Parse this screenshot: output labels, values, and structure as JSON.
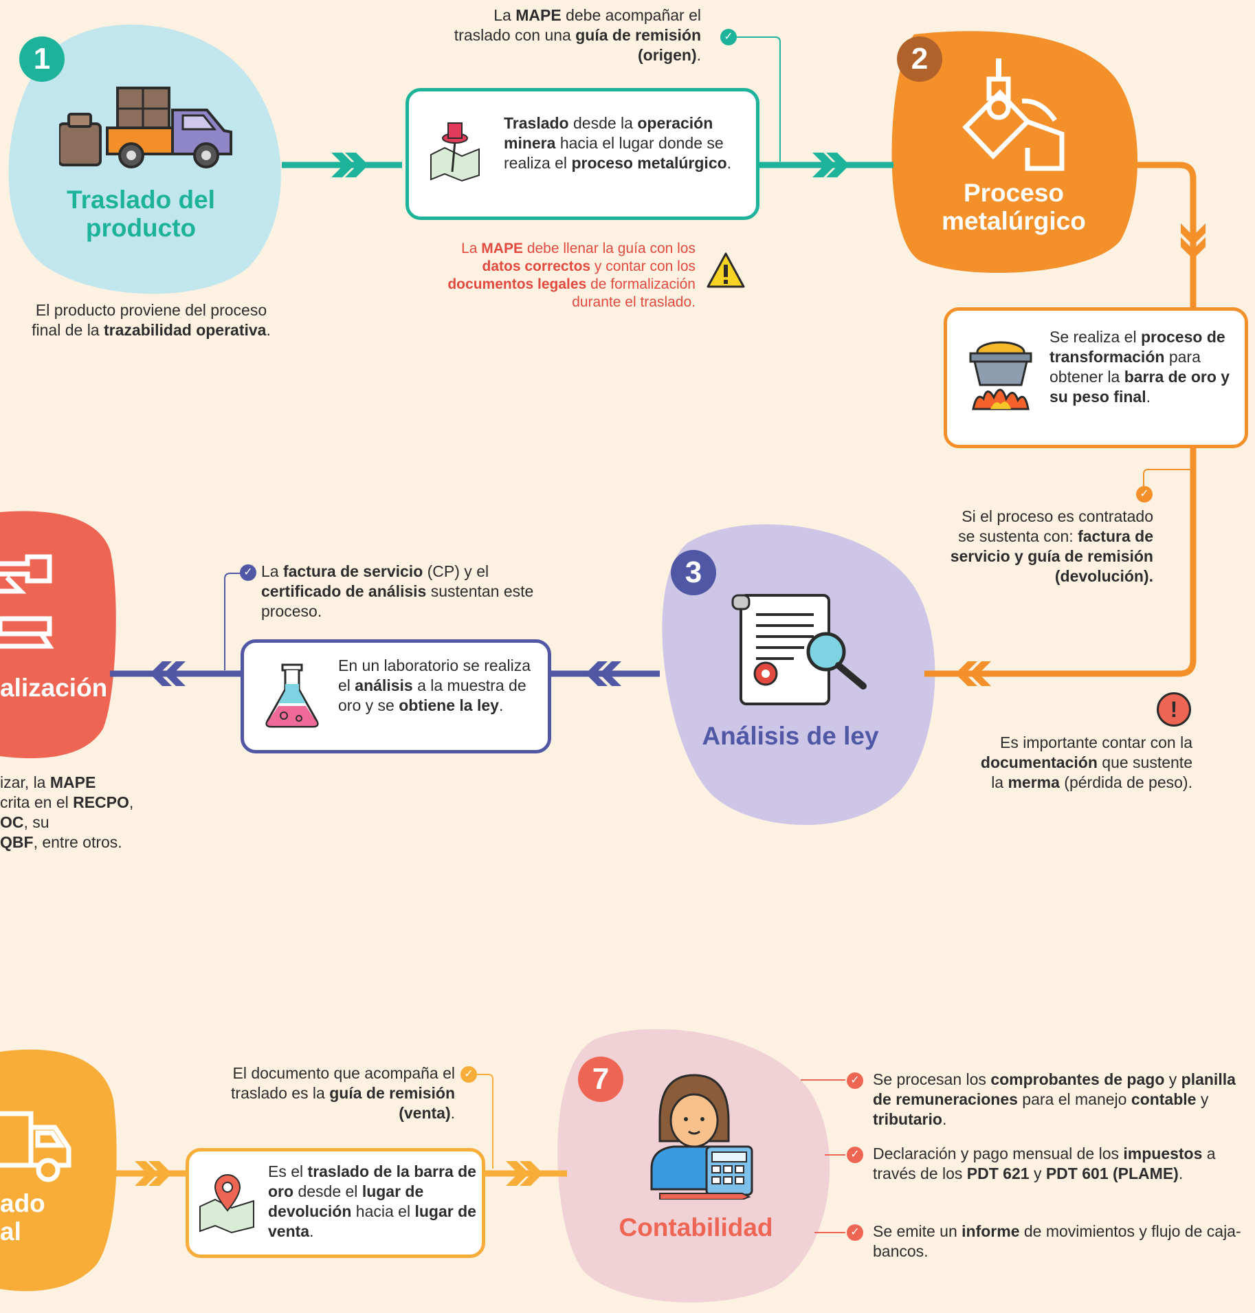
{
  "colors": {
    "background": "#fdf1e2",
    "teal": "#1db39a",
    "orange": "#f4902a",
    "purple": "#5057a5",
    "red": "#ef6553",
    "yellow_orange": "#f8ad38",
    "pink": "#f0d2d6",
    "lavender": "#cdc6e6",
    "light_blue": "#c2e6ee"
  },
  "step1": {
    "number": "1",
    "title_line1": "Traslado del",
    "title_line2": "producto",
    "icon": "truck-icon",
    "caption": [
      "El producto proviene del proceso",
      "final de la ",
      "trazabilidad operativa",
      "."
    ],
    "box": [
      "Traslado",
      " desde la ",
      "operación minera",
      " hacia el lugar donde se realiza el ",
      "proceso metalúrgico",
      "."
    ],
    "box_icon": "map-pin-icon",
    "note_top": [
      "La ",
      "MAPE",
      " debe acompañar el traslado con una ",
      "guía de remisión (origen)",
      "."
    ],
    "note_warning": [
      "La ",
      "MAPE",
      " debe llenar la guía con los ",
      "datos correctos",
      " y contar con los ",
      "documentos legales",
      " de formalización durante el traslado."
    ],
    "warning_icon": "warning-icon"
  },
  "step2": {
    "number": "2",
    "title_line1": "Proceso",
    "title_line2": "metalúrgico",
    "icon": "crucible-icon",
    "box": [
      "Se realiza el ",
      "proceso de transformación",
      " para obtener la ",
      "barra de oro y su peso final",
      "."
    ],
    "box_icon": "furnace-icon",
    "note": [
      "Si el proceso es contratado se sustenta con: ",
      "factura de servicio y guía de remisión (devolución)."
    ],
    "alert_note": [
      "Es importante contar con la ",
      "documentación",
      " que sustente la ",
      "merma",
      " (pérdida de peso)."
    ],
    "alert_icon": "exclamation-icon"
  },
  "step3": {
    "number": "3",
    "title": "Análisis de ley",
    "icon": "certificate-icon",
    "box": [
      "En un laboratorio se realiza el ",
      "análisis",
      " a la muestra de oro y se ",
      "obtiene la ley",
      "."
    ],
    "box_icon": "flask-icon",
    "note": [
      "La ",
      "factura de servicio",
      " (CP) y el ",
      "certificado de análisis",
      " sustentan este proceso."
    ]
  },
  "step_left_mid": {
    "title_fragment": "alización",
    "caption_lines": [
      [
        "izar, la ",
        "MAPE"
      ],
      [
        "crita en el ",
        "RECPO",
        ","
      ],
      [
        "OC",
        ", su"
      ],
      [
        "QBF",
        ", entre otros."
      ]
    ]
  },
  "step_left_bottom": {
    "title_line1": "ado",
    "title_line2": "al",
    "icon": "truck-outline-icon",
    "box": [
      "Es el ",
      "traslado de la barra de oro",
      " desde el ",
      "lugar de devolución",
      " hacia el ",
      "lugar de venta",
      "."
    ],
    "box_icon": "map-pin-icon",
    "note": [
      "El documento que acompaña el traslado es la ",
      "guía de remisión (venta)",
      "."
    ]
  },
  "step7": {
    "number": "7",
    "title": "Contabilidad",
    "icon": "accountant-icon",
    "items": [
      [
        "Se procesan los ",
        "comprobantes de pago",
        " y ",
        "planilla de remuneraciones",
        " para el manejo ",
        "contable",
        " y ",
        "tributario",
        "."
      ],
      [
        "Declaración y pago mensual de los ",
        "impuestos",
        " a través de los ",
        "PDT 621",
        " y ",
        "PDT 601 (PLAME)",
        "."
      ],
      [
        "Se emite un ",
        "informe",
        " de movimientos y flujo de caja-bancos."
      ]
    ]
  }
}
